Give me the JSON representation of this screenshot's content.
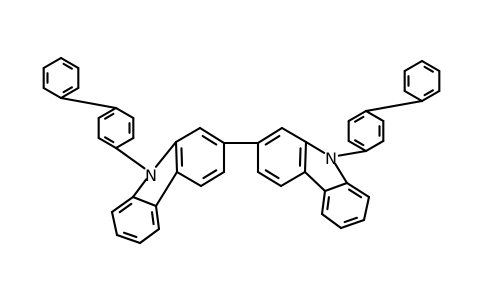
{
  "diagram": {
    "kind": "skeletal-structure",
    "line_color": "#000000",
    "background": "#ffffff",
    "atoms": [
      {
        "id": "n_left",
        "label": "N"
      },
      {
        "id": "n_right",
        "label": "N"
      }
    ]
  }
}
